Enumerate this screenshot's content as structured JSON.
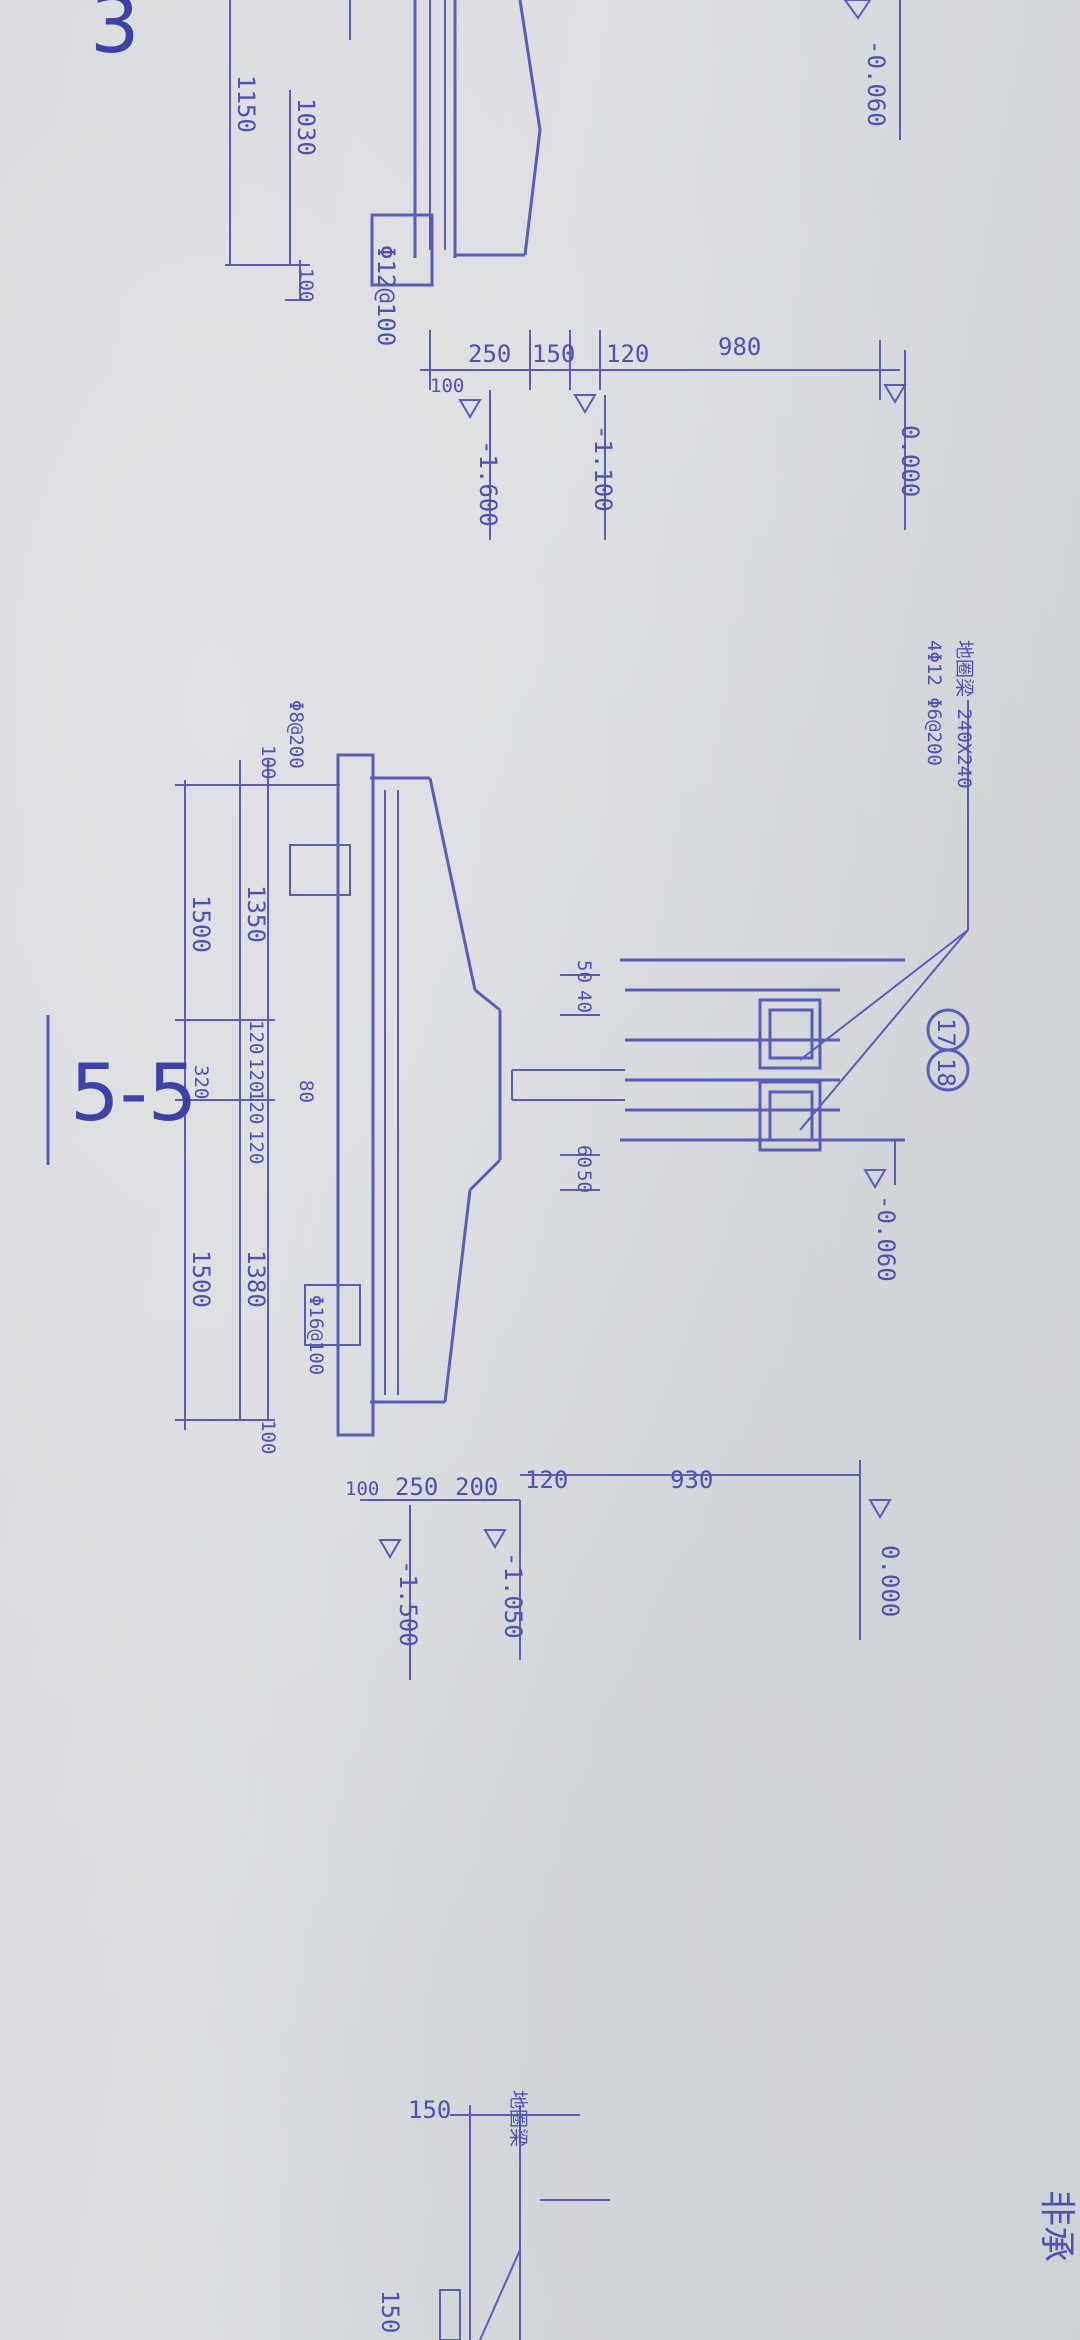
{
  "drawing": {
    "section_title": "5-5",
    "axis_labels": [
      "17",
      "18"
    ],
    "partial_top_label": "3",
    "note_lines": [
      "地圈梁 240X240",
      "4Φ12 Φ6@200"
    ],
    "partial_bottom_label": "非承",
    "dims_top": [
      "1150",
      "1030",
      "100",
      "250",
      "150",
      "120",
      "980",
      "100"
    ],
    "elev_top": [
      "-0.060",
      "0.000",
      "-1.100",
      "-1.600"
    ],
    "rebar_top": "Φ12@100",
    "dims_main_left": [
      "100",
      "1350",
      "1500",
      "120",
      "120",
      "320",
      "80",
      "120",
      "120"
    ],
    "rebar_main_left": "Φ8@200",
    "dims_main_right": [
      "1500",
      "1380",
      "100"
    ],
    "rebar_main_right": "Φ16@100",
    "studs": [
      "50",
      "40",
      "60",
      "50"
    ],
    "elev_main": [
      "-0.060"
    ],
    "dims_bottom": [
      "100",
      "250",
      "200",
      "120",
      "930"
    ],
    "elev_bottom": [
      "0.000",
      "-1.050",
      "-1.500"
    ],
    "dims_corner": [
      "150",
      "150"
    ],
    "corner_note": "地圈梁"
  }
}
